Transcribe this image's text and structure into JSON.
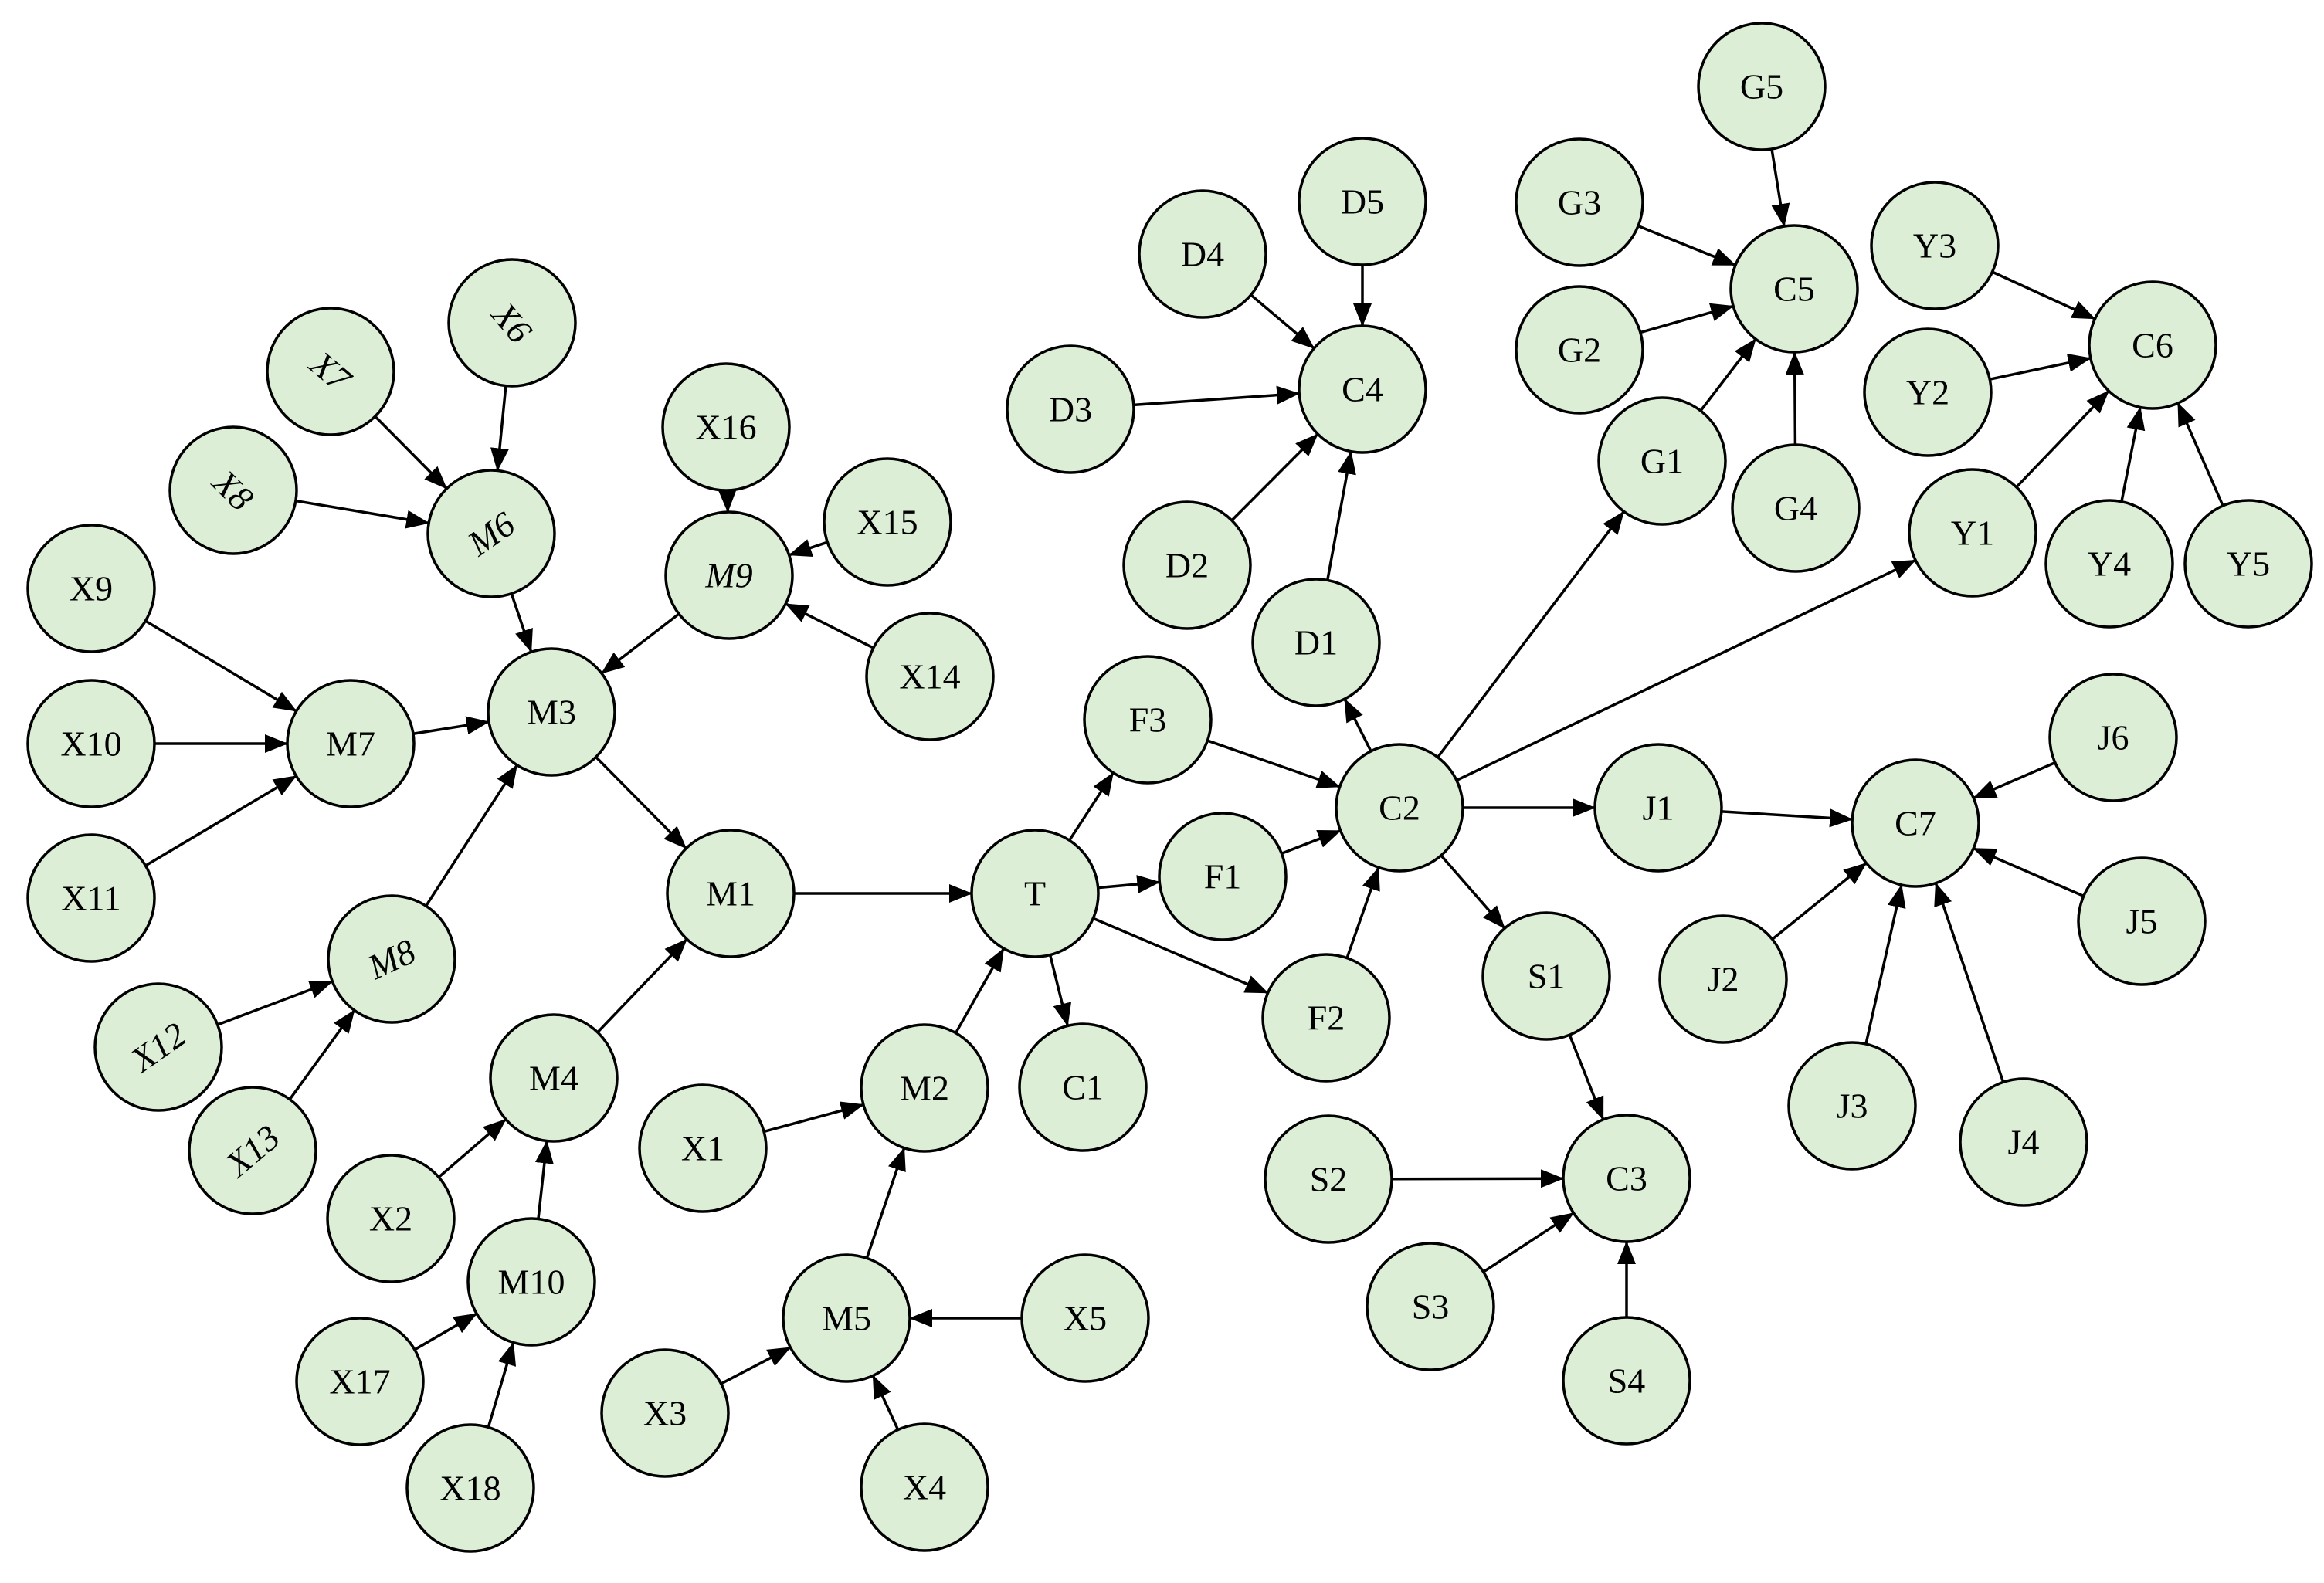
{
  "diagram": {
    "nodes": [
      {
        "id": "T",
        "label": "T"
      },
      {
        "id": "M1",
        "label": "M1"
      },
      {
        "id": "M2",
        "label": "M2"
      },
      {
        "id": "M3",
        "label": "M3"
      },
      {
        "id": "M4",
        "label": "M4"
      },
      {
        "id": "M5",
        "label": "M5"
      },
      {
        "id": "M6",
        "label": "M6"
      },
      {
        "id": "M7",
        "label": "M7"
      },
      {
        "id": "M8",
        "label": "M8"
      },
      {
        "id": "M9",
        "label": "M9"
      },
      {
        "id": "M10",
        "label": "M10"
      },
      {
        "id": "X1",
        "label": "X1"
      },
      {
        "id": "X2",
        "label": "X2"
      },
      {
        "id": "X3",
        "label": "X3"
      },
      {
        "id": "X4",
        "label": "X4"
      },
      {
        "id": "X5",
        "label": "X5"
      },
      {
        "id": "X6",
        "label": "X6"
      },
      {
        "id": "X7",
        "label": "X7"
      },
      {
        "id": "X8",
        "label": "X8"
      },
      {
        "id": "X9",
        "label": "X9"
      },
      {
        "id": "X10",
        "label": "X10"
      },
      {
        "id": "X11",
        "label": "X11"
      },
      {
        "id": "X12",
        "label": "X12"
      },
      {
        "id": "X13",
        "label": "X13"
      },
      {
        "id": "X14",
        "label": "X14"
      },
      {
        "id": "X15",
        "label": "X15"
      },
      {
        "id": "X16",
        "label": "X16"
      },
      {
        "id": "X17",
        "label": "X17"
      },
      {
        "id": "X18",
        "label": "X18"
      },
      {
        "id": "C1",
        "label": "C1"
      },
      {
        "id": "C2",
        "label": "C2"
      },
      {
        "id": "C3",
        "label": "C3"
      },
      {
        "id": "C4",
        "label": "C4"
      },
      {
        "id": "C5",
        "label": "C5"
      },
      {
        "id": "C6",
        "label": "C6"
      },
      {
        "id": "C7",
        "label": "C7"
      },
      {
        "id": "F1",
        "label": "F1"
      },
      {
        "id": "F2",
        "label": "F2"
      },
      {
        "id": "F3",
        "label": "F3"
      },
      {
        "id": "D1",
        "label": "D1"
      },
      {
        "id": "D2",
        "label": "D2"
      },
      {
        "id": "D3",
        "label": "D3"
      },
      {
        "id": "D4",
        "label": "D4"
      },
      {
        "id": "D5",
        "label": "D5"
      },
      {
        "id": "G1",
        "label": "G1"
      },
      {
        "id": "G2",
        "label": "G2"
      },
      {
        "id": "G3",
        "label": "G3"
      },
      {
        "id": "G4",
        "label": "G4"
      },
      {
        "id": "G5",
        "label": "G5"
      },
      {
        "id": "Y1",
        "label": "Y1"
      },
      {
        "id": "Y2",
        "label": "Y2"
      },
      {
        "id": "Y3",
        "label": "Y3"
      },
      {
        "id": "Y4",
        "label": "Y4"
      },
      {
        "id": "Y5",
        "label": "Y5"
      },
      {
        "id": "J1",
        "label": "J1"
      },
      {
        "id": "J2",
        "label": "J2"
      },
      {
        "id": "J3",
        "label": "J3"
      },
      {
        "id": "J4",
        "label": "J4"
      },
      {
        "id": "J5",
        "label": "J5"
      },
      {
        "id": "J6",
        "label": "J6"
      },
      {
        "id": "S1",
        "label": "S1"
      },
      {
        "id": "S2",
        "label": "S2"
      },
      {
        "id": "S3",
        "label": "S3"
      },
      {
        "id": "S4",
        "label": "S4"
      }
    ],
    "edges": [
      {
        "from": "X6",
        "to": "M6"
      },
      {
        "from": "X7",
        "to": "M6"
      },
      {
        "from": "X8",
        "to": "M6"
      },
      {
        "from": "M6",
        "to": "M3"
      },
      {
        "from": "X9",
        "to": "M7"
      },
      {
        "from": "X10",
        "to": "M7"
      },
      {
        "from": "X11",
        "to": "M7"
      },
      {
        "from": "M7",
        "to": "M3"
      },
      {
        "from": "X12",
        "to": "M8"
      },
      {
        "from": "X13",
        "to": "M8"
      },
      {
        "from": "M8",
        "to": "M3"
      },
      {
        "from": "X16",
        "to": "M9"
      },
      {
        "from": "X15",
        "to": "M9"
      },
      {
        "from": "X14",
        "to": "M9"
      },
      {
        "from": "M9",
        "to": "M3"
      },
      {
        "from": "M3",
        "to": "M1"
      },
      {
        "from": "X2",
        "to": "M4"
      },
      {
        "from": "X17",
        "to": "M10"
      },
      {
        "from": "X18",
        "to": "M10"
      },
      {
        "from": "M10",
        "to": "M4"
      },
      {
        "from": "M4",
        "to": "M1"
      },
      {
        "from": "M1",
        "to": "T"
      },
      {
        "from": "X1",
        "to": "M2"
      },
      {
        "from": "X3",
        "to": "M5"
      },
      {
        "from": "X4",
        "to": "M5"
      },
      {
        "from": "X5",
        "to": "M5"
      },
      {
        "from": "M5",
        "to": "M2"
      },
      {
        "from": "M2",
        "to": "T"
      },
      {
        "from": "T",
        "to": "F3"
      },
      {
        "from": "T",
        "to": "F1"
      },
      {
        "from": "T",
        "to": "F2"
      },
      {
        "from": "T",
        "to": "C1"
      },
      {
        "from": "F3",
        "to": "C2"
      },
      {
        "from": "F1",
        "to": "C2"
      },
      {
        "from": "F2",
        "to": "C2"
      },
      {
        "from": "C2",
        "to": "D1"
      },
      {
        "from": "C2",
        "to": "G1"
      },
      {
        "from": "C2",
        "to": "Y1"
      },
      {
        "from": "C2",
        "to": "J1"
      },
      {
        "from": "C2",
        "to": "S1"
      },
      {
        "from": "D1",
        "to": "C4"
      },
      {
        "from": "D2",
        "to": "C4"
      },
      {
        "from": "D3",
        "to": "C4"
      },
      {
        "from": "D4",
        "to": "C4"
      },
      {
        "from": "D5",
        "to": "C4"
      },
      {
        "from": "G1",
        "to": "C5"
      },
      {
        "from": "G2",
        "to": "C5"
      },
      {
        "from": "G3",
        "to": "C5"
      },
      {
        "from": "G4",
        "to": "C5"
      },
      {
        "from": "G5",
        "to": "C5"
      },
      {
        "from": "Y1",
        "to": "C6"
      },
      {
        "from": "Y2",
        "to": "C6"
      },
      {
        "from": "Y3",
        "to": "C6"
      },
      {
        "from": "Y4",
        "to": "C6"
      },
      {
        "from": "Y5",
        "to": "C6"
      },
      {
        "from": "J1",
        "to": "C7"
      },
      {
        "from": "J2",
        "to": "C7"
      },
      {
        "from": "J3",
        "to": "C7"
      },
      {
        "from": "J4",
        "to": "C7"
      },
      {
        "from": "J5",
        "to": "C7"
      },
      {
        "from": "J6",
        "to": "C7"
      },
      {
        "from": "S1",
        "to": "C3"
      },
      {
        "from": "S2",
        "to": "C3"
      },
      {
        "from": "S3",
        "to": "C3"
      },
      {
        "from": "S4",
        "to": "C3"
      }
    ]
  }
}
